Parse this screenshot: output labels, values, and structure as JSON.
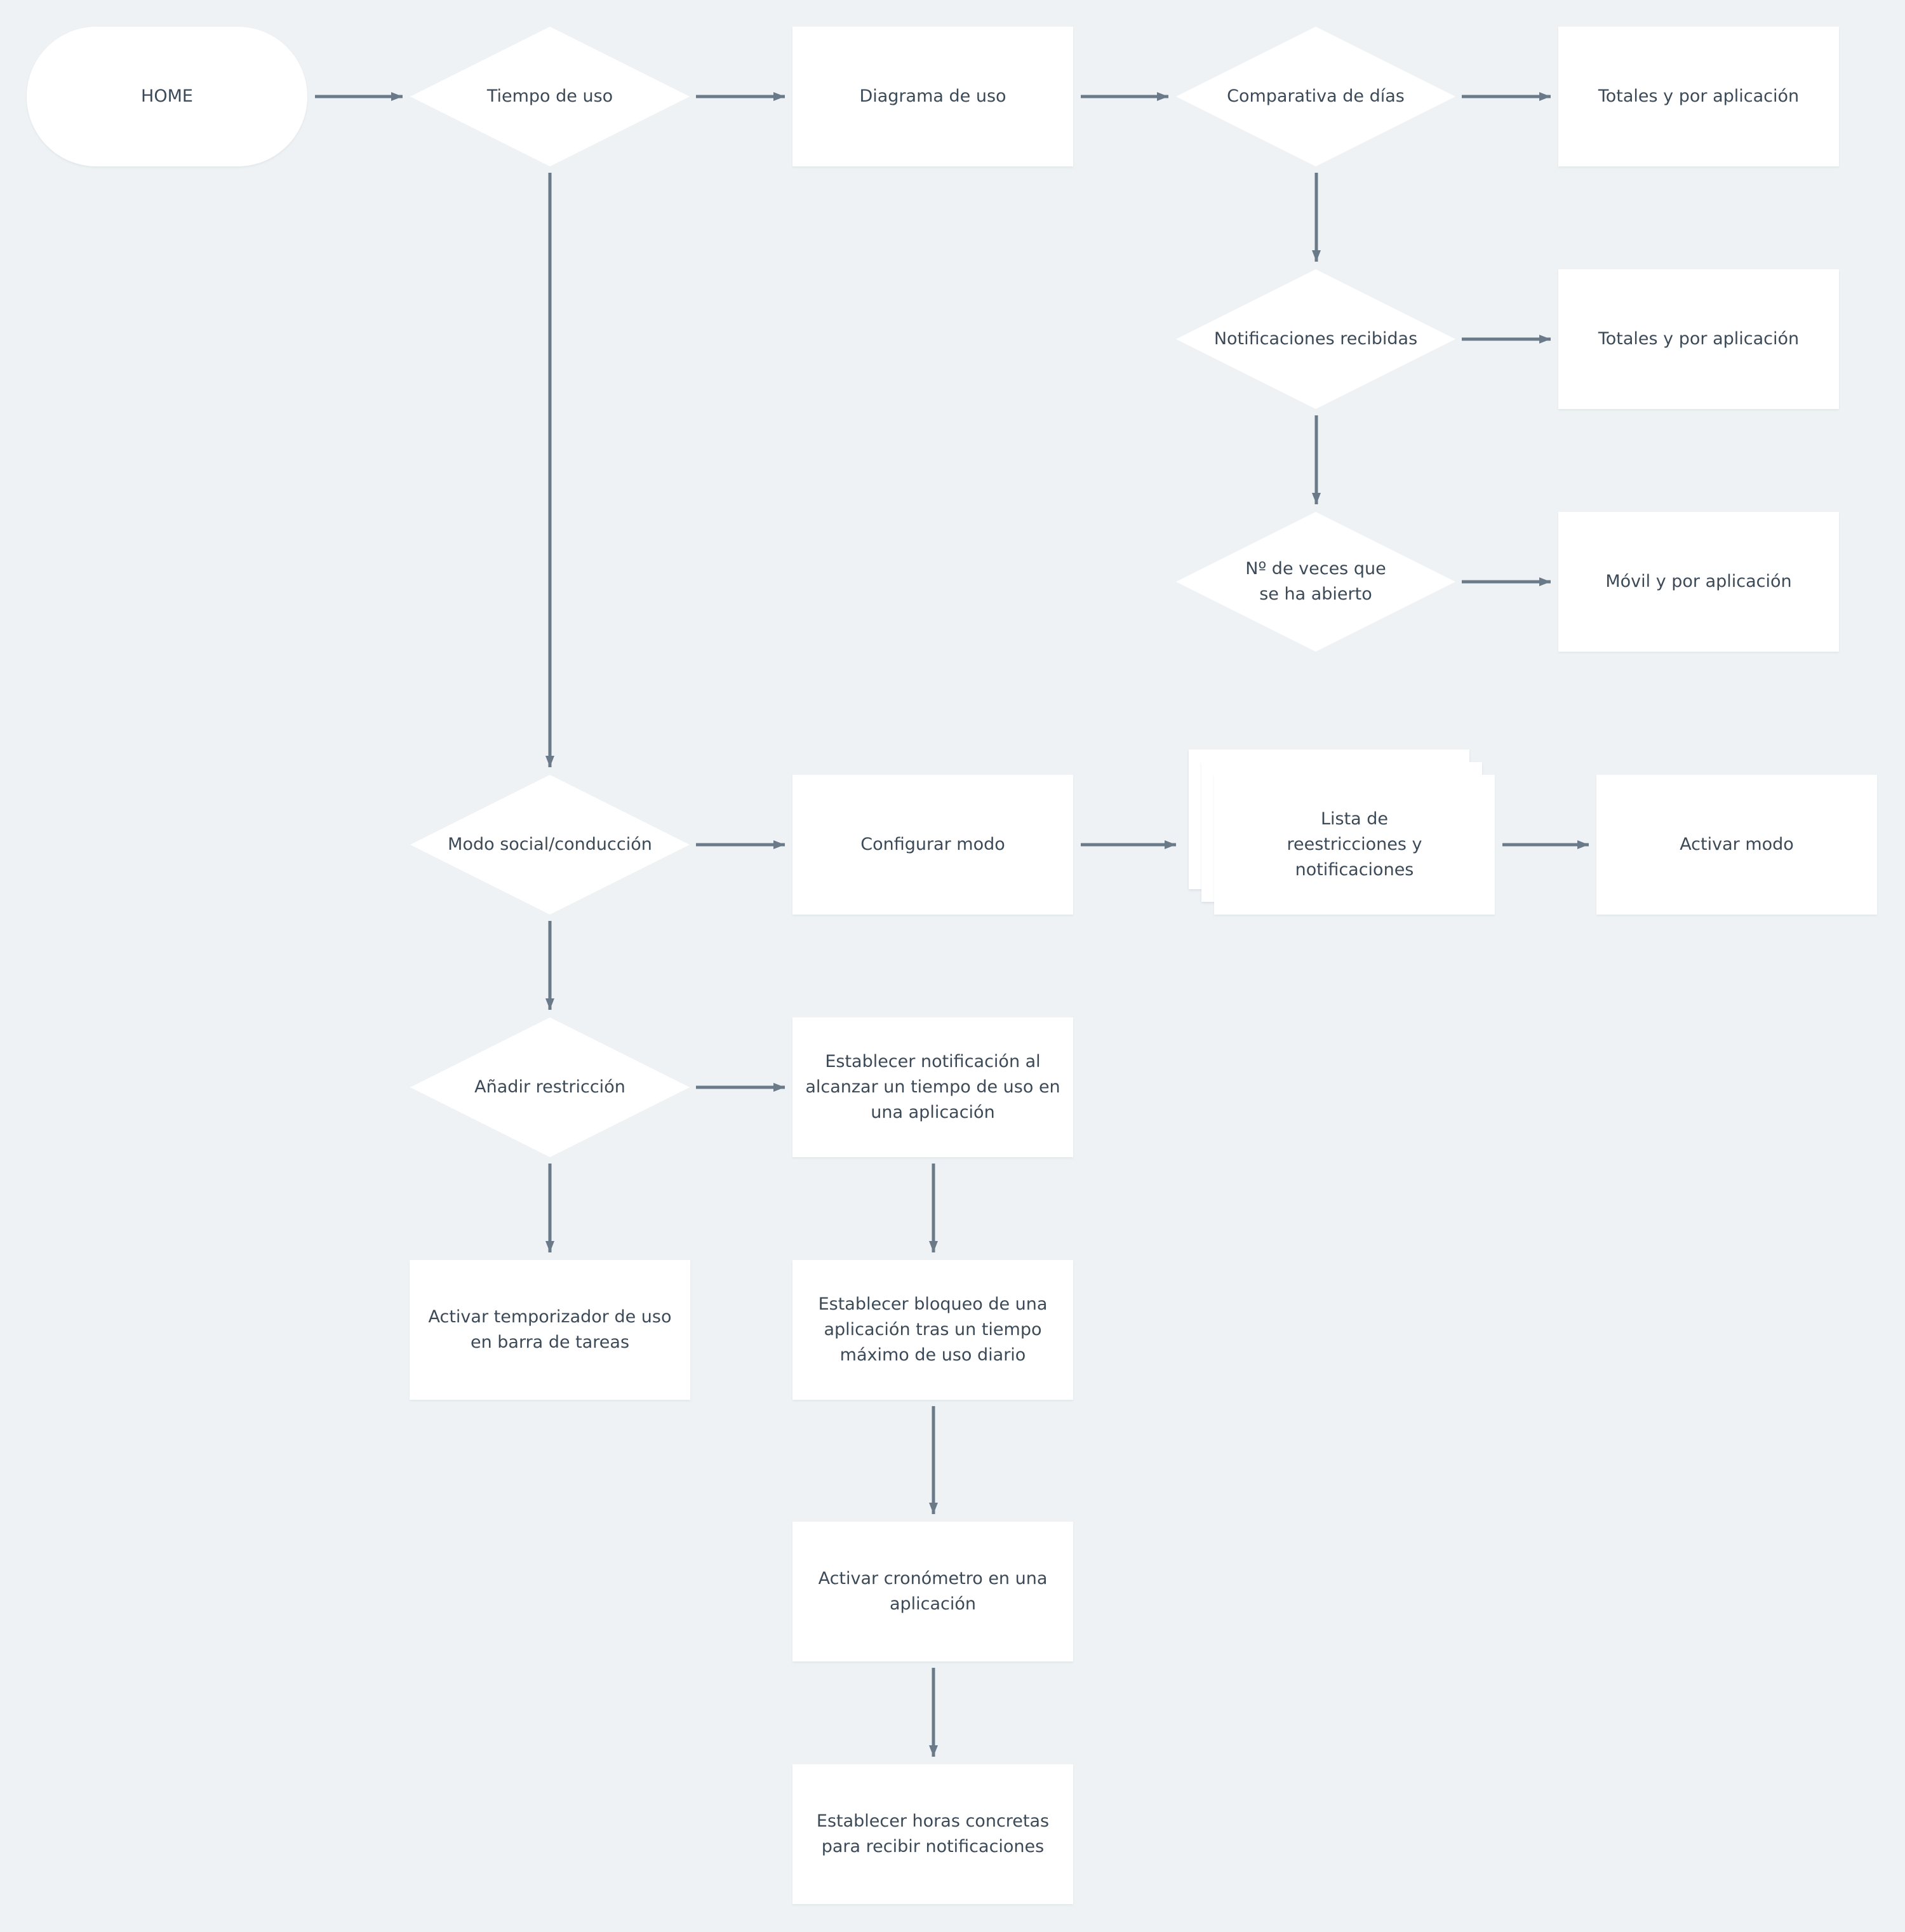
{
  "diagram": {
    "nodes": {
      "home": "HOME",
      "tiempo_uso": "Tiempo de uso",
      "diagrama_uso": "Diagrama de uso",
      "comparativa_dias": "Comparativa de días",
      "totales_1": "Totales y por aplicación",
      "notificaciones_recibidas": "Notificaciones recibidas",
      "totales_2": "Totales y por aplicación",
      "veces_abierto": "Nº de veces que\nse ha abierto",
      "movil_aplicacion": "Móvil y por aplicación",
      "modo_social": "Modo social/conducción",
      "configurar_modo": "Configurar modo",
      "lista_restricciones": "Lista de\nreestricciones y\nnotificaciones",
      "activar_modo": "Activar modo",
      "anadir_restriccion": "Añadir restricción",
      "establecer_notificacion": "Establecer notificación al\nalcanzar un tiempo de uso en\nuna aplicación",
      "activar_temporizador": "Activar temporizador de uso\nen barra de tareas",
      "establecer_bloqueo": "Establecer bloqueo de una\naplicación tras un tiempo\nmáximo de uso diario",
      "activar_cronometro": "Activar cronómetro en una\naplicación",
      "establecer_horas": "Establecer horas concretas\npara recibir notificaciones"
    },
    "colors": {
      "background": "#eef2f5",
      "node_fill": "#ffffff",
      "text": "#3c4a58",
      "connector": "#6b7a89"
    }
  }
}
